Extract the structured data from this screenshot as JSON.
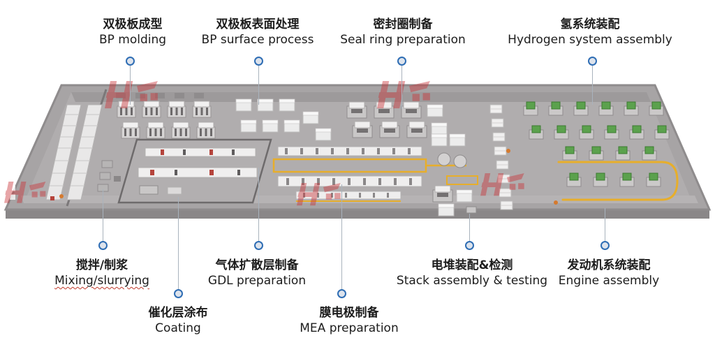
{
  "diagram": {
    "title": "Fuel cell production line layout",
    "labels": {
      "top": [
        {
          "zh": "双极板成型",
          "en": "BP molding"
        },
        {
          "zh": "双极板表面处理",
          "en": "BP surface process"
        },
        {
          "zh": "密封圈制备",
          "en": "Seal ring preparation"
        },
        {
          "zh": "氢系统装配",
          "en": "Hydrogen system assembly"
        }
      ],
      "bottom": [
        {
          "zh": "搅拌/制浆",
          "en": "Mixing/slurrying"
        },
        {
          "zh": "气体扩散层制备",
          "en": "GDL preparation"
        },
        {
          "zh": "催化层涂布",
          "en": "Coating"
        },
        {
          "zh": "膜电极制备",
          "en": "MEA preparation"
        },
        {
          "zh": "电堆装配&检测",
          "en": "Stack assembly & testing"
        },
        {
          "zh": "发动机系统装配",
          "en": "Engine assembly"
        }
      ]
    },
    "colors": {
      "marker_blue": "#2e6db4",
      "leader_gray": "#a9b3bd",
      "floor_gray": "#a7a4a5",
      "conveyor_yellow": "#e7ae2b",
      "machine_green": "#5ba14d",
      "watermark_red": "#c9363c"
    }
  }
}
